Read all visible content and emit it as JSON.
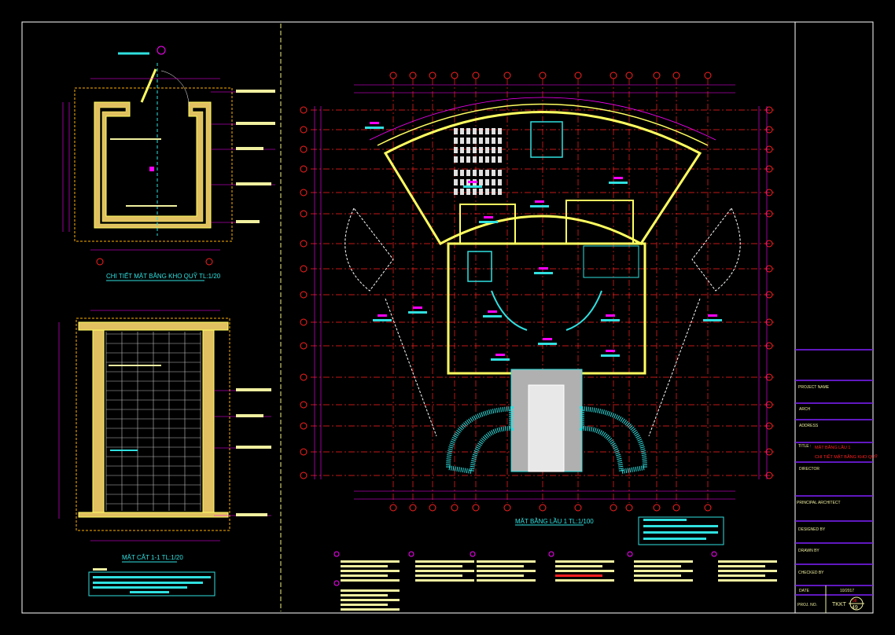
{
  "drawings": {
    "detail_plan_title": "CHI TIẾT MẶT BẰNG KHO QUỸ TL:1/20",
    "section_title": "MẶT CẮT 1-1 TL:1/20",
    "floor_plan_title": "MẶT BẰNG LẦU 1 TL:1/100"
  },
  "title_block": {
    "project_name": "PROJECT NAME",
    "arch": "ARCH",
    "address": "ADDRESS",
    "title_label": "TITLE :",
    "title_line1": "MẶT BẰNG LẦU 1",
    "title_line2": "CHI TIẾT MẶT BẰNG KHO QUỸ",
    "director": "DIRECTOR",
    "principal_architect": "PRINCIPAL ARCHITECT",
    "designed_by": "DESIGNED BY",
    "drawn_by": "DRAWN BY",
    "checked_by": "CHECKED BY",
    "date_label": "DATE",
    "date_value": "10/2017",
    "proj_no_label": "PROJ. NO.",
    "proj_no_value": "TKKT",
    "sheet_top": "08",
    "sheet_number": "49"
  },
  "colors": {
    "background": "#000000",
    "grid": "#ff2020",
    "dimension": "#ff00ff",
    "wall": "#ffff60",
    "stair": "#30e0e0",
    "frame": "#ffffff",
    "title_block_lines": "#8020ff"
  }
}
